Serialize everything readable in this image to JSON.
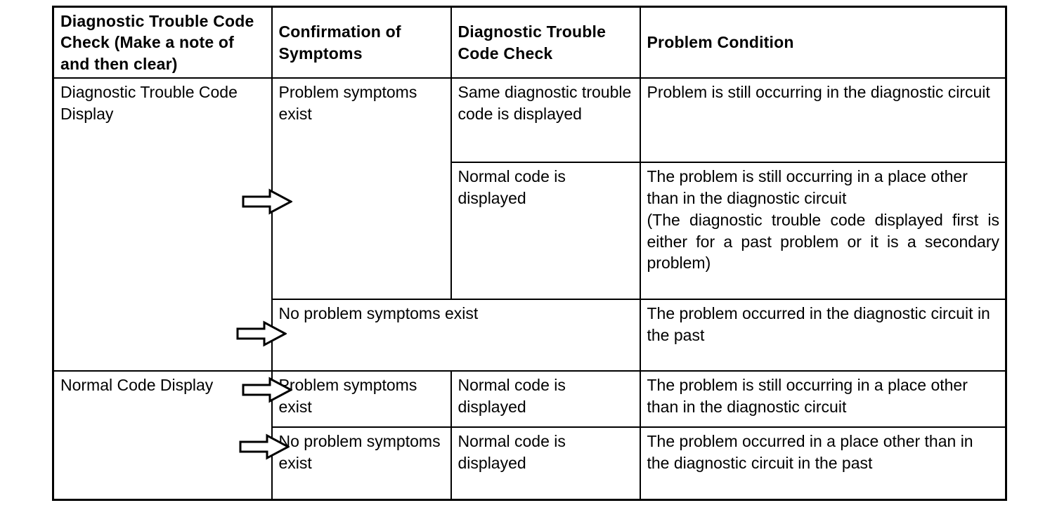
{
  "table": {
    "headers": [
      "Diagnostic Trouble Code Check (Make a note of and then clear)",
      "Confirmation of Symptoms",
      "Diagnostic Trouble Code Check",
      "Problem Condition"
    ],
    "rows": [
      {
        "check_first": "Diagnostic Trouble Code Display",
        "symptoms": "Problem symptoms exist",
        "check_second": "Same diagnostic trouble code is displayed",
        "condition": "Problem is still occurring in the diagnostic circuit"
      },
      {
        "check_first": "",
        "symptoms": "",
        "check_second": "Normal code is displayed",
        "condition_line1": "The problem is still occurring in a place other than in the diagnostic circuit",
        "condition_line2": "(The diagnostic trouble code displayed first is either for a past problem or it is a secondary problem)"
      },
      {
        "check_first": "",
        "symptoms": "No problem symptoms exist",
        "check_second": "",
        "condition": "The problem occurred in the diagnostic circuit in the past"
      },
      {
        "check_first": "Normal Code Display",
        "symptoms": "Problem symptoms exist",
        "check_second": "Normal code is displayed",
        "condition": "The problem is still occurring in a place other than in the diagnostic circuit"
      },
      {
        "check_first": "",
        "symptoms": "No problem symptoms exist",
        "check_second": "Normal code is displayed",
        "condition": "The problem occurred in a place other than in the diagnostic circuit in the past"
      }
    ],
    "arrows": [
      "flow-arrow-right",
      "flow-arrow-right",
      "flow-arrow-right",
      "flow-arrow-right"
    ]
  },
  "colors": {
    "border": "#000000",
    "background": "#ffffff",
    "text": "#000000"
  }
}
